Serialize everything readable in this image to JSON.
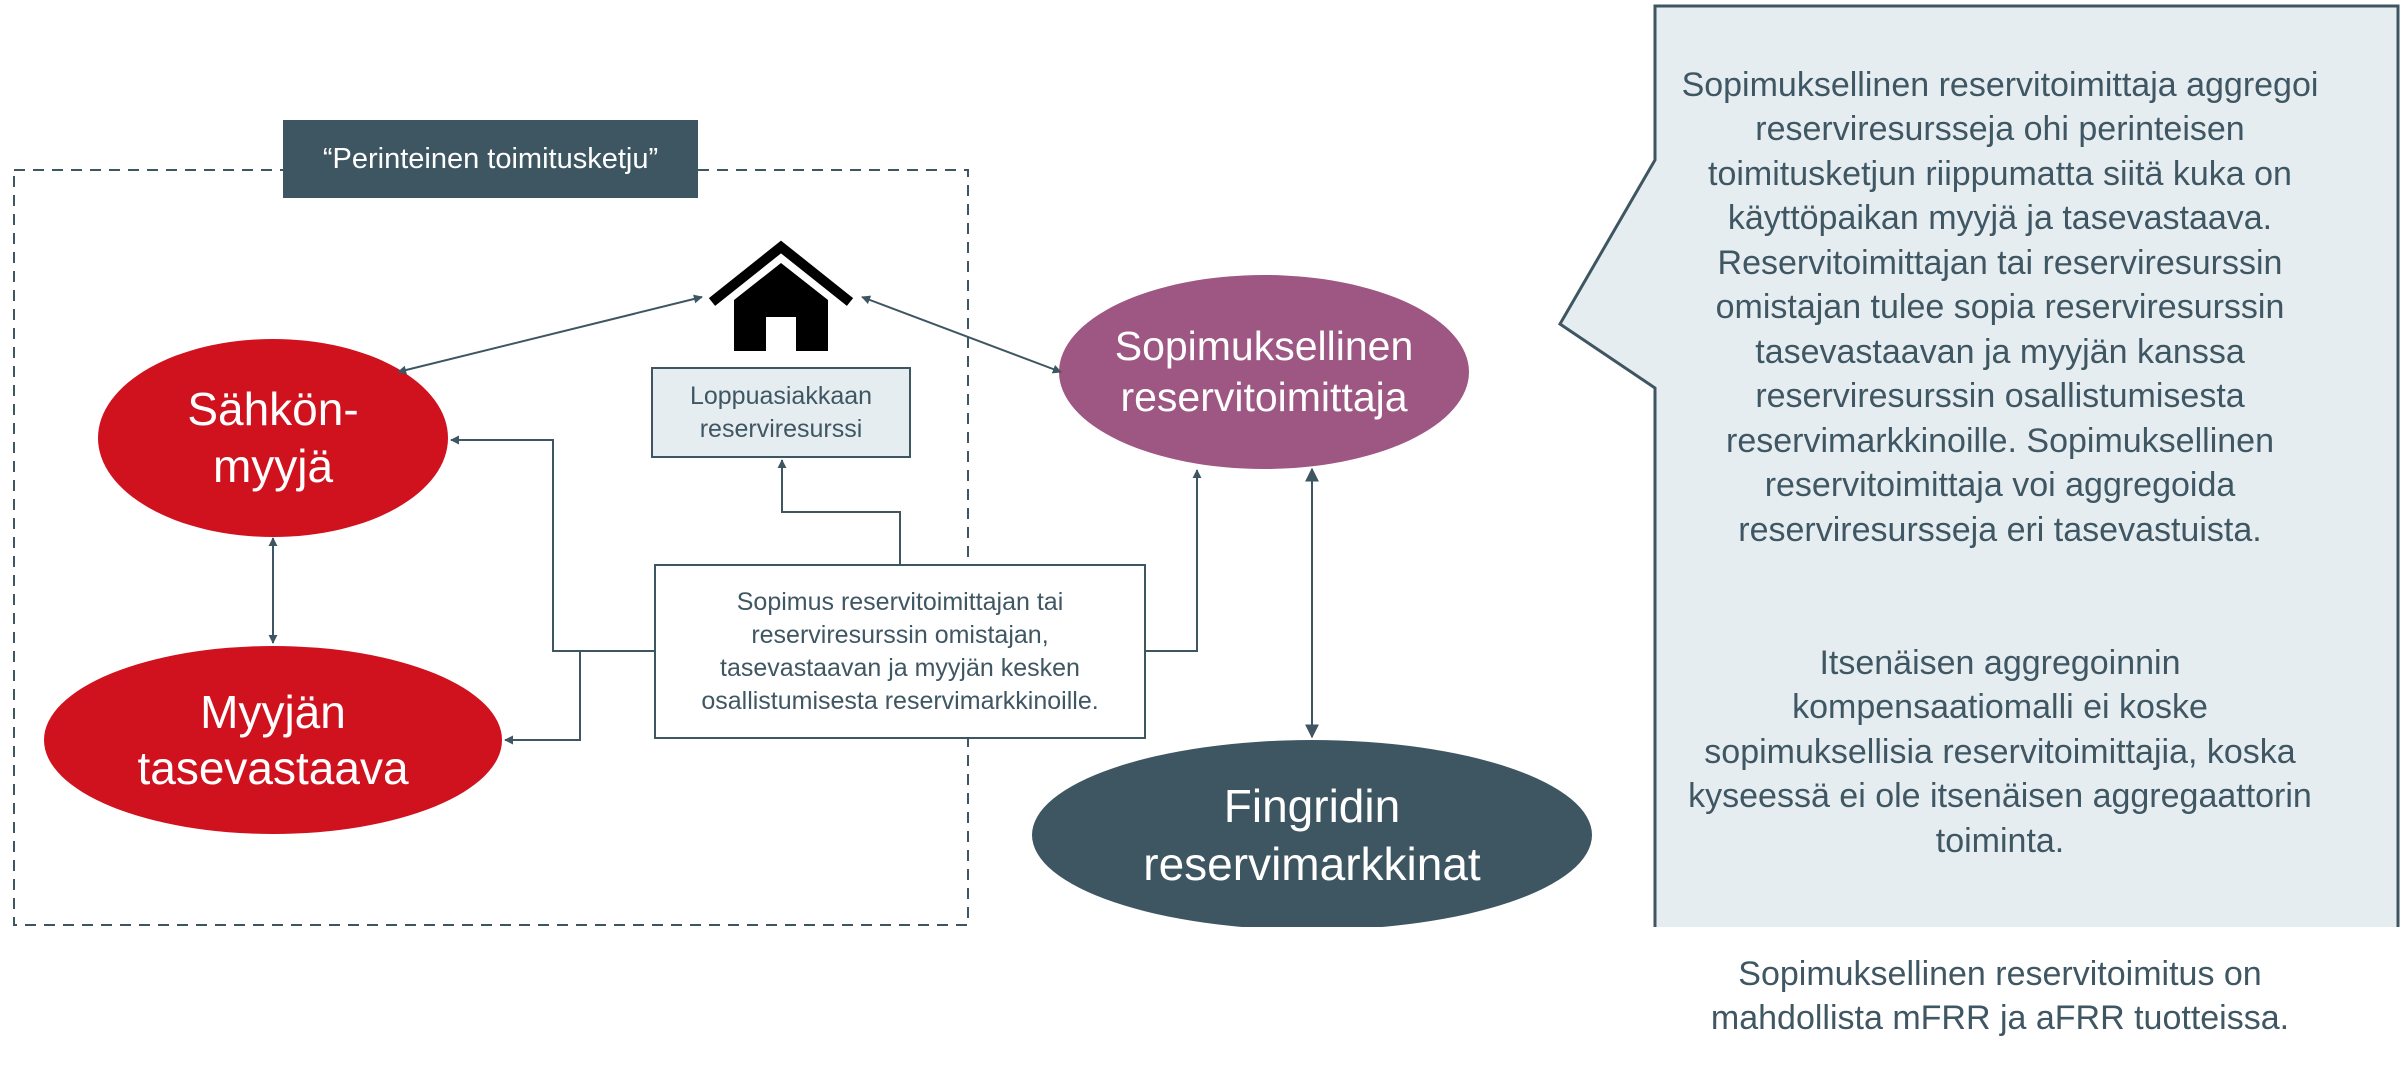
{
  "frame_label": "“Perinteinen toimitusketju”",
  "house_label": "Loppuasiakkaan\nreserviresurssi",
  "agreement_box": "Sopimus reservitoimittajan tai\nreserviresurssin omistajan,\ntasevastaavan ja myyjän kesken\nosallistumisesta reservimarkkinoille.",
  "nodes": {
    "seller": "Sähkön-\nmyyjä",
    "balance_responsible": "Myyjän\ntasevastaava",
    "contractual_provider": "Sopimuksellinen\nreservitoimittaja",
    "fingrid": "Fingridin\nreservimarkkinat"
  },
  "callout": {
    "paragraph1": "Sopimuksellinen reservitoimittaja aggregoi\nreserviresursseja ohi perinteisen\ntoimitusketjun riippumatta siitä kuka on\nkäyttöpaikan myyjä ja tasevastaava.\nReservitoimittajan tai reserviresurssin\nomistajan tulee sopia reserviresurssin\ntasevastaavan ja myyjän kanssa\nreserviresurssin osallistumisesta\nreservimarkkinoille. Sopimuksellinen\nreservitoimittaja voi aggregoida\nreserviresursseja eri tasevastuista.",
    "paragraph2": "Itsenäisen aggregoinnin\nkompensaatiomalli ei koske\nsopimuksellisia reservitoimittajia, koska\nkyseessä ei ole itsenäisen aggregaattorin\ntoiminta.",
    "paragraph3": "Sopimuksellinen reservitoimitus on\nmahdollista mFRR ja aFRR tuotteissa."
  },
  "icons": {
    "house": "house-icon"
  },
  "colors": {
    "red": "#d0111e",
    "purple": "#9e5683",
    "dark_slate": "#3e5562",
    "light_panel": "#e6edf1",
    "text_slate": "#3f5663"
  }
}
